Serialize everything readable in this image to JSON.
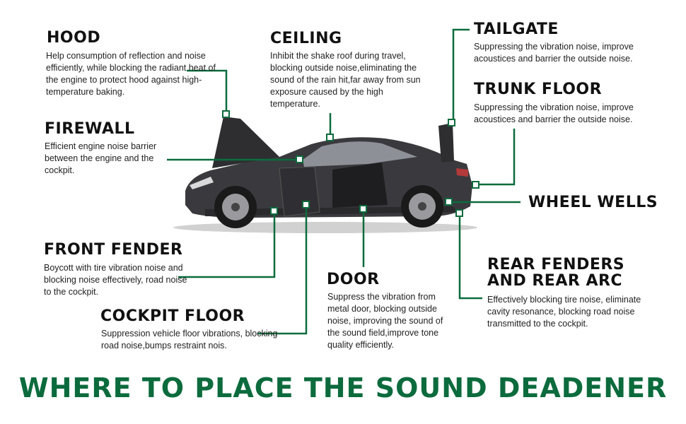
{
  "theme": {
    "accent": "#0c6b3d",
    "car_body": "#3a3a3e",
    "text": "#222222"
  },
  "headline": "WHERE TO PLACE THE SOUND DEADENER",
  "zones": {
    "hood": {
      "title": "HOOD",
      "desc": "Help consumption of reflection and noise efficiently, while blocking the radiant heat of the engine to protect hood against high-temperature baking."
    },
    "ceiling": {
      "title": "CEILING",
      "desc": "Inhibit the shake roof during travel, blocking outside noise,eliminating the sound of the rain hit,far away from sun exposure caused by the high temperature."
    },
    "tailgate": {
      "title": "TAILGATE",
      "desc": "Suppressing the vibration noise, improve acoustices and barrier the outside noise."
    },
    "trunk_floor": {
      "title": "TRUNK FLOOR",
      "desc": "Suppressing the vibration noise, improve acoustices and barrier the outside noise."
    },
    "firewall": {
      "title": "FIREWALL",
      "desc": "Efficient engine noise barrier between the engine and the cockpit."
    },
    "wheel_wells": {
      "title": "WHEEL WELLS"
    },
    "front_fender": {
      "title": "FRONT FENDER",
      "desc": "Boycott with tire vibration noise and blocking noise effectively, road noise to the cockpit."
    },
    "cockpit_floor": {
      "title": "COCKPIT FLOOR",
      "desc": "Suppression vehicle floor vibrations, blocking road noise,bumps restraint nois."
    },
    "door": {
      "title": "DOOR",
      "desc": "Suppress the vibration from metal door, blocking outside noise, improving the sound of the sound field,improve tone quality efficiently."
    },
    "rear_fenders": {
      "title_line1": "REAR FENDERS",
      "title_line2": "AND REAR ARC",
      "desc": "Effectively blocking tire noise, eliminate cavity resonance, blocking road noise transmitted to the cockpit."
    }
  }
}
